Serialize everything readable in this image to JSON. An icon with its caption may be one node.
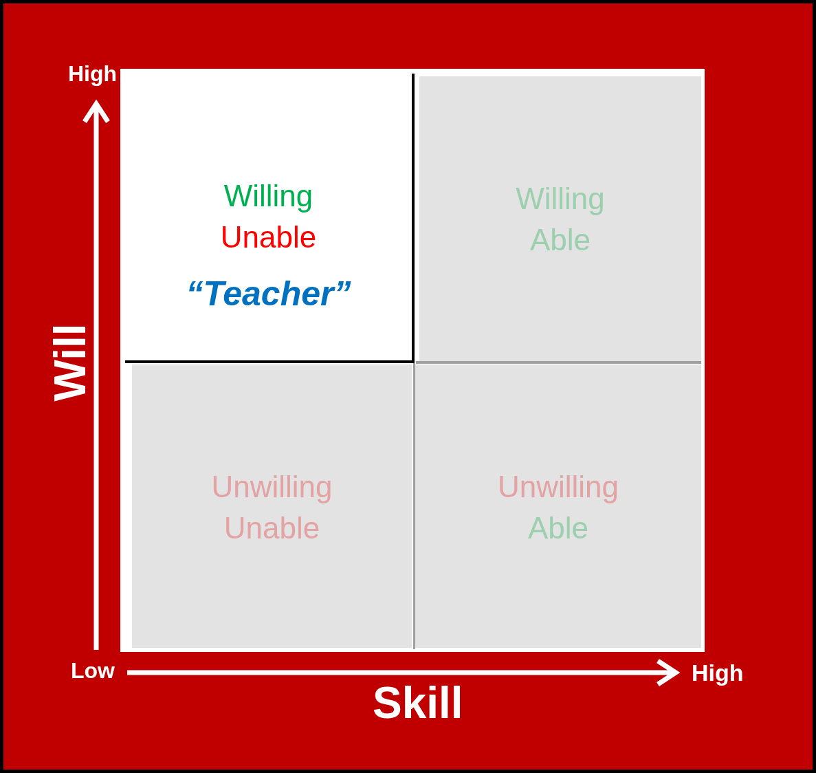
{
  "diagram": {
    "nodes": [
      {
        "text": [
          "Willing",
          "Unable",
          "“Teacher”"
        ]
      },
      {
        "text": [
          "Willing",
          "Able"
        ]
      },
      {
        "text": [
          "Unwilling",
          "Unable"
        ]
      },
      {
        "text": [
          "Unwilling",
          "Able"
        ]
      }
    ],
    "labels": [
      "High",
      "Will",
      "Low",
      "High",
      "Skill"
    ]
  }
}
